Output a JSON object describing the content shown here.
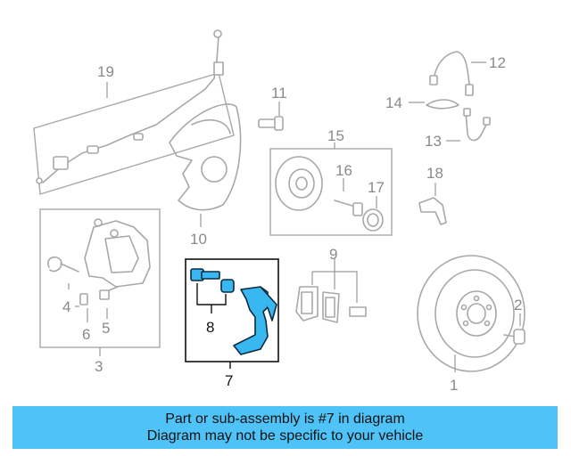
{
  "callouts": {
    "c1": "1",
    "c2": "2",
    "c3": "3",
    "c4": "4",
    "c5": "5",
    "c6": "6",
    "c7": "7",
    "c8": "8",
    "c9": "9",
    "c10": "10",
    "c11": "11",
    "c12": "12",
    "c13": "13",
    "c14": "14",
    "c15": "15",
    "c16": "16",
    "c17": "17",
    "c18": "18",
    "c19": "19"
  },
  "highlight_color": "#39b7f0",
  "banner": {
    "line1": "Part or sub-assembly is #7 in diagram",
    "line2": "Diagram may not be specific to your vehicle",
    "background": "#4fc3f7"
  }
}
